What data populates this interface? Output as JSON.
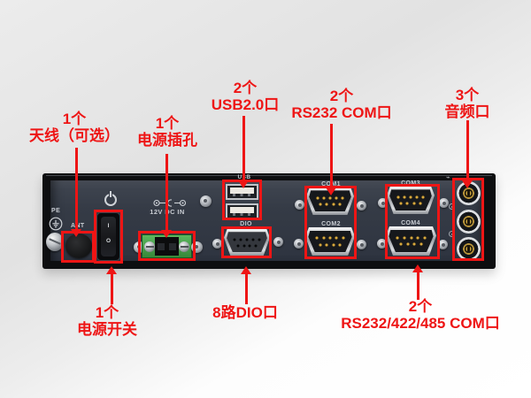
{
  "annotations": {
    "antenna": {
      "count": "1个",
      "label": "天线（可选）"
    },
    "power_jack": {
      "count": "1个",
      "label": "电源插孔"
    },
    "usb": {
      "count": "2个",
      "label": "USB2.0口"
    },
    "rs232": {
      "count": "2个",
      "label": "RS232 COM口"
    },
    "audio": {
      "count": "3个",
      "label": "音频口"
    },
    "power_switch": {
      "count": "1个",
      "label": "电源开关"
    },
    "dio": {
      "label": "8路DIO口"
    },
    "rs232_422_485": {
      "count": "2个",
      "label": "RS232/422/485 COM口"
    }
  },
  "panel": {
    "pe_label": "PE",
    "ant_label": "ANT",
    "usb_label": "USB",
    "dc_label": "12V DC IN",
    "dio_label": "DIO",
    "com_labels": [
      "COM1",
      "COM2",
      "COM3",
      "COM4"
    ],
    "switch_on": "I",
    "switch_off": "O",
    "corner_mark": "⌁"
  },
  "icons": {
    "power": "power-symbol-circle-with-bar",
    "ground": "protective-earth-ground",
    "dc_polarity": "dc-barrel-polarity"
  },
  "colors": {
    "annotation_red": "#ee1515",
    "panel_face": "#353b46",
    "chassis_black": "#0d0e10",
    "terminal_green": "#36883a",
    "pin_gold": "#d9a93e"
  }
}
